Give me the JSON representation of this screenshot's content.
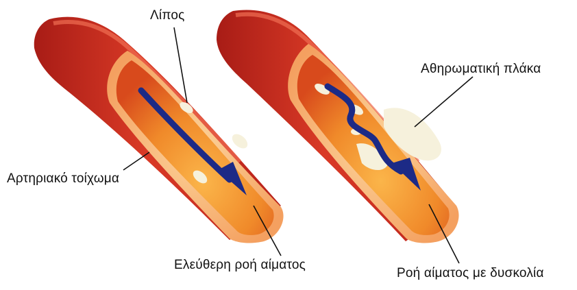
{
  "labels": {
    "fat": "Λίπος",
    "plaque": "Αθηρωματική πλάκα",
    "arterial_wall": "Αρτηριακό τοίχωμα",
    "free_flow": "Ελεύθερη ροή αίματος",
    "restricted_flow": "Ροή αίματος με δυσκολία"
  },
  "colors": {
    "outer_wall": "#c8281e",
    "wall_highlight": "#e8563a",
    "inner_orange": "#f08a2a",
    "inner_glow": "#fbb54a",
    "lumen": "#d8401c",
    "plaque": "#f6f1dc",
    "arrow": "#1c2a86",
    "leader_line": "#111111"
  }
}
